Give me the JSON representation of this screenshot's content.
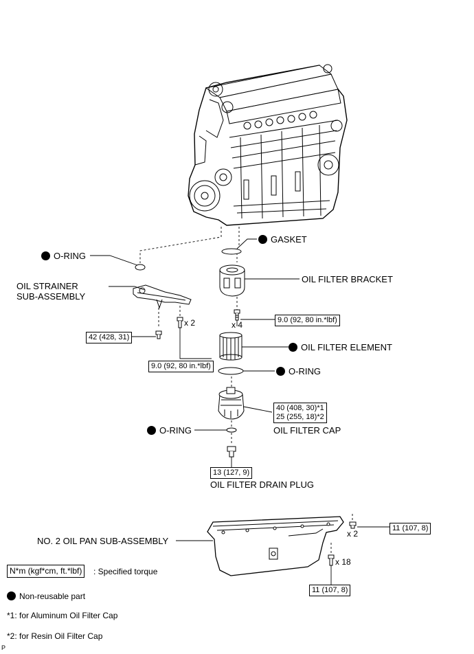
{
  "parts": {
    "gasket": "GASKET",
    "o_ring_top": "O-RING",
    "strainer_line1": "OIL STRAINER",
    "strainer_line2": "SUB-ASSEMBLY",
    "filter_bracket": "OIL FILTER BRACKET",
    "filter_element": "OIL FILTER ELEMENT",
    "o_ring_mid": "O-RING",
    "filter_cap": "OIL FILTER CAP",
    "o_ring_bottom": "O-RING",
    "drain_plug": "OIL FILTER DRAIN PLUG",
    "oil_pan": "NO. 2 OIL PAN SUB-ASSEMBLY"
  },
  "torques": {
    "bracket_bolt": "9.0 (92, 80 in.*lbf)",
    "strainer_nut": "42 (428, 31)",
    "strainer_bolt": "9.0 (92, 80 in.*lbf)",
    "cap_line1": "40 (408, 30)*1",
    "cap_line2": "25 (255, 18)*2",
    "drain_plug": "13 (127, 9)",
    "pan_nut": "11 (107, 8)",
    "pan_bolt": "11 (107, 8)"
  },
  "quantities": {
    "strainer_bolt": "x 2",
    "bracket_bolt": "x 4",
    "pan_nut": "x 2",
    "pan_bolt": "x 18"
  },
  "legend": {
    "torque_box": "N*m (kgf*cm, ft.*lbf)",
    "torque_text": ": Specified torque",
    "nonreusable": "Non-reusable part",
    "note1": "*1: for Aluminum Oil Filter Cap",
    "note2": "*2: for Resin Oil Filter Cap",
    "corner_mark": "P"
  },
  "colors": {
    "line": "#000000",
    "fill": "#ffffff"
  }
}
